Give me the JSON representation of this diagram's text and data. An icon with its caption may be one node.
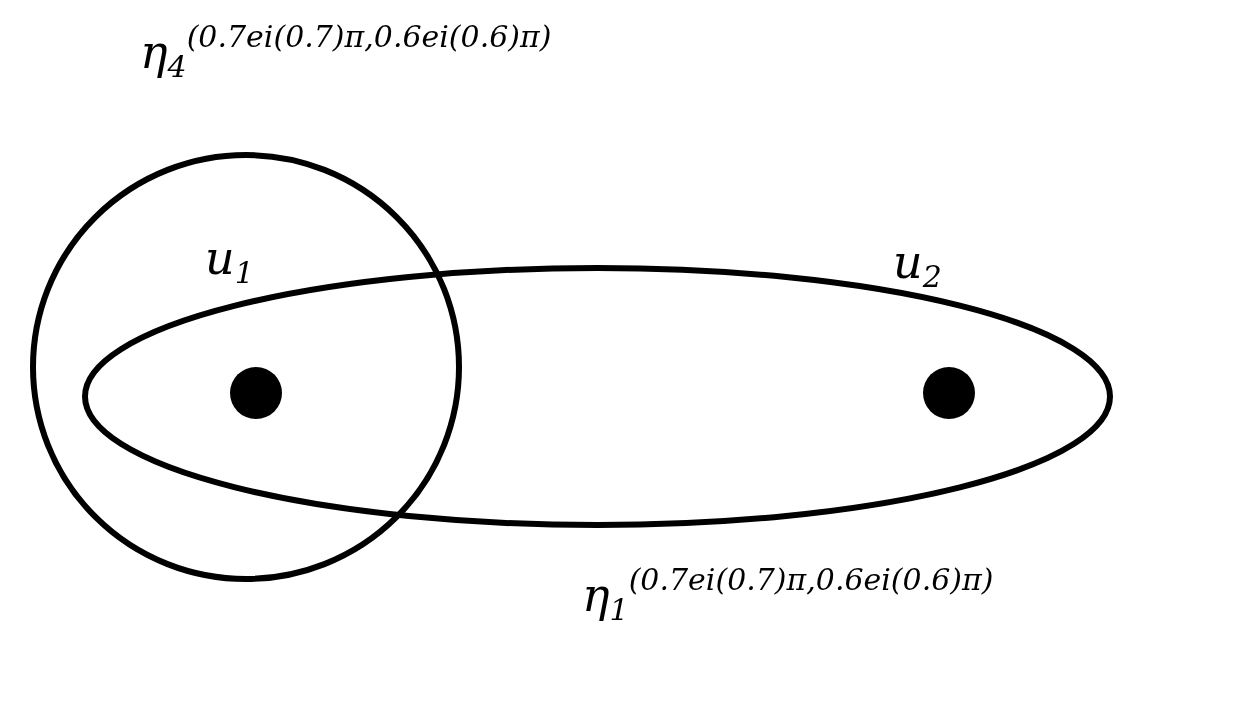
{
  "diagram": {
    "nodes": [
      {
        "text": [
          "η$_{4}$$^{(0.7e}$$^{i(0.7)π}$$^{,0.6e}$$^{i(0.6)π}$$^{)}$"
        ]
      },
      {
        "text": [
          "η$_{1}$$^{(0.7e}$$^{i(0.7)π}$$^{,0.6e}$$^{i(0.6)π}$$^{)}$"
        ]
      },
      {
        "text": [],
        "shape": "circle"
      },
      {
        "text": [],
        "shape": "circle",
        "beside": [
          "u$_{2}$"
        ],
        "in": 1
      }
    ],
    "edges": [],
    "labels": [
      "u$_{1}$"
    ]
  }
}
